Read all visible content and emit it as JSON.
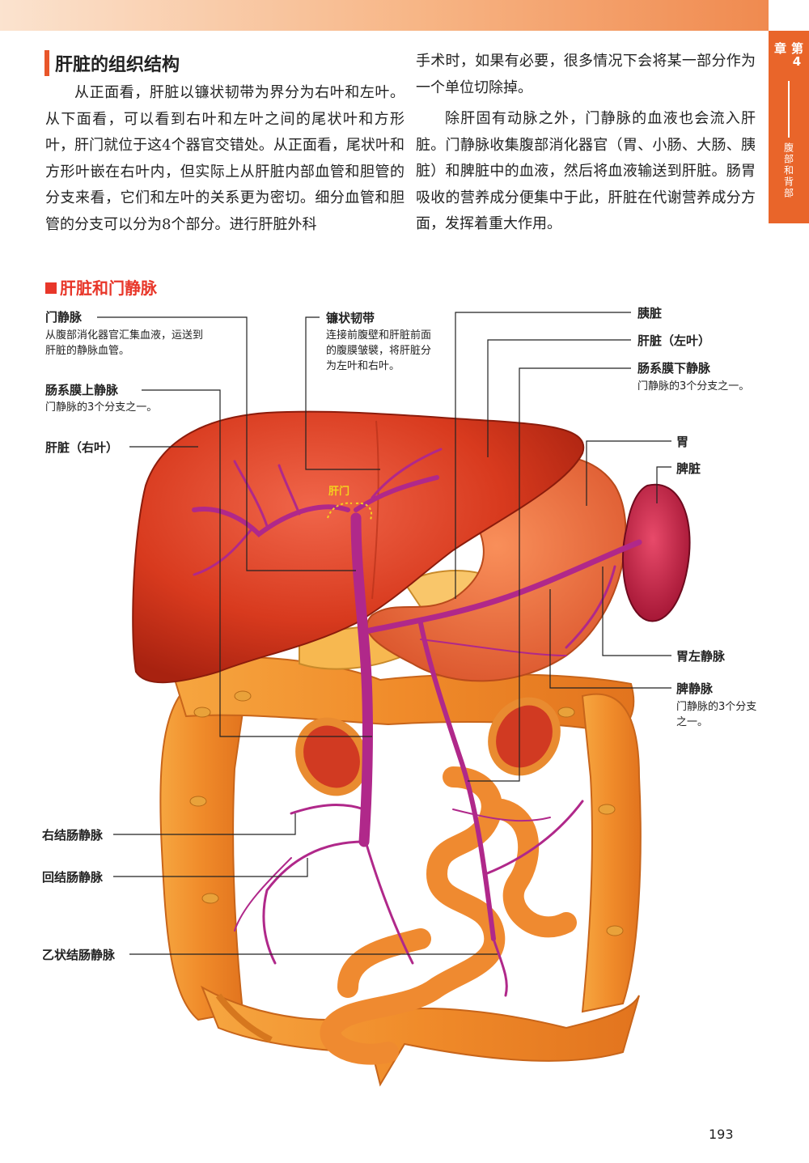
{
  "chapter": {
    "number": "第4章",
    "name": "腹部和背部"
  },
  "section": {
    "title": "肝脏的组织结构"
  },
  "paragraphs": {
    "p1": "从正面看，肝脏以镰状韧带为界分为右叶和左叶。从下面看，可以看到右叶和左叶之间的尾状叶和方形叶，肝门就位于这4个器官交错处。从正面看，尾状叶和方形叶嵌在右叶内，但实际上从肝脏内部血管和胆管的分支来看，它们和左叶的关系更为密切。细分血管和胆管的分支可以分为8个部分。进行肝脏外科",
    "p2": "手术时，如果有必要，很多情况下会将某一部分作为一个单位切除掉。",
    "p3": "除肝固有动脉之外，门静脉的血液也会流入肝脏。门静脉收集腹部消化器官（胃、小肠、大肠、胰脏）和脾脏中的血液，然后将血液输送到肝脏。肠胃吸收的营养成分便集中于此，肝脏在代谢营养成分方面，发挥着重大作用。"
  },
  "figure": {
    "heading": "肝脏和门静脉",
    "hilum_label": "肝门",
    "labels": {
      "portal_vein": "门静脉",
      "portal_vein_desc": "从腹部消化器官汇集血液，运送到肝脏的静脉血管。",
      "sup_mesenteric": "肠系膜上静脉",
      "sup_mesenteric_desc": "门静脉的3个分支之一。",
      "liver_right": "肝脏（右叶）",
      "falciform": "镰状韧带",
      "falciform_desc": "连接前腹壁和肝脏前面的腹膜皱襞，将肝脏分为左叶和右叶。",
      "pancreas": "胰脏",
      "liver_left": "肝脏（左叶）",
      "inf_mesenteric": "肠系膜下静脉",
      "inf_mesenteric_desc": "门静脉的3个分支之一。",
      "stomach": "胃",
      "spleen": "脾脏",
      "left_gastric": "胃左静脉",
      "splenic": "脾静脉",
      "splenic_desc": "门静脉的3个分支之一。",
      "right_colic": "右结肠静脉",
      "ileocolic": "回结肠静脉",
      "sigmoid": "乙状结肠静脉"
    }
  },
  "page_number": "193",
  "colors": {
    "accent": "#e8562a",
    "vein": "#b0288a",
    "liver": "#d83a1e",
    "intestine": "#f08b2a",
    "spleen": "#b5173a"
  }
}
